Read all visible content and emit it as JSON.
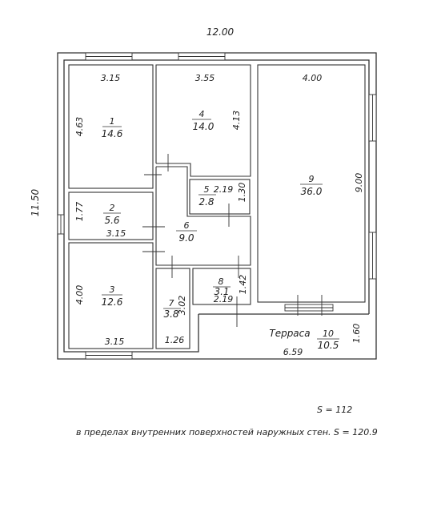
{
  "overall": {
    "width_label": "12.00",
    "height_label": "11.50"
  },
  "rooms": [
    {
      "id": "1",
      "number": "1",
      "area": "14.6",
      "w_label": "3.15",
      "h_label": "4.63"
    },
    {
      "id": "2",
      "number": "2",
      "area": "5.6",
      "w_label": "3.15",
      "h_label": "1.77"
    },
    {
      "id": "3",
      "number": "3",
      "area": "12.6",
      "w_label": "3.15",
      "h_label": "4.00"
    },
    {
      "id": "4",
      "number": "4",
      "area": "14.0",
      "w_label": "3.55",
      "h_label": "4.13"
    },
    {
      "id": "5",
      "number": "5",
      "area": "2.8",
      "w_label": "2.19",
      "h_label": "1.30"
    },
    {
      "id": "6",
      "number": "6",
      "area": "9.0"
    },
    {
      "id": "7",
      "number": "7",
      "area": "3.8",
      "w_label": "1.26",
      "h_label": "3.02"
    },
    {
      "id": "8",
      "number": "8",
      "area": "3.1",
      "w_label": "2.19",
      "h_label": "1.42"
    },
    {
      "id": "9",
      "number": "9",
      "area": "36.0",
      "w_label": "4.00",
      "h_label": "9.00"
    },
    {
      "id": "10",
      "number": "10",
      "area": "10.5",
      "name": "Терраса",
      "w_label": "6.59",
      "h_label": "1.60"
    }
  ],
  "summary": {
    "total": "S = 112",
    "inner": "в пределах внутренних поверхностей наружных стен. S = 120.9"
  },
  "colors": {
    "wall": "#333333",
    "ink": "#222222",
    "background": "#ffffff"
  }
}
